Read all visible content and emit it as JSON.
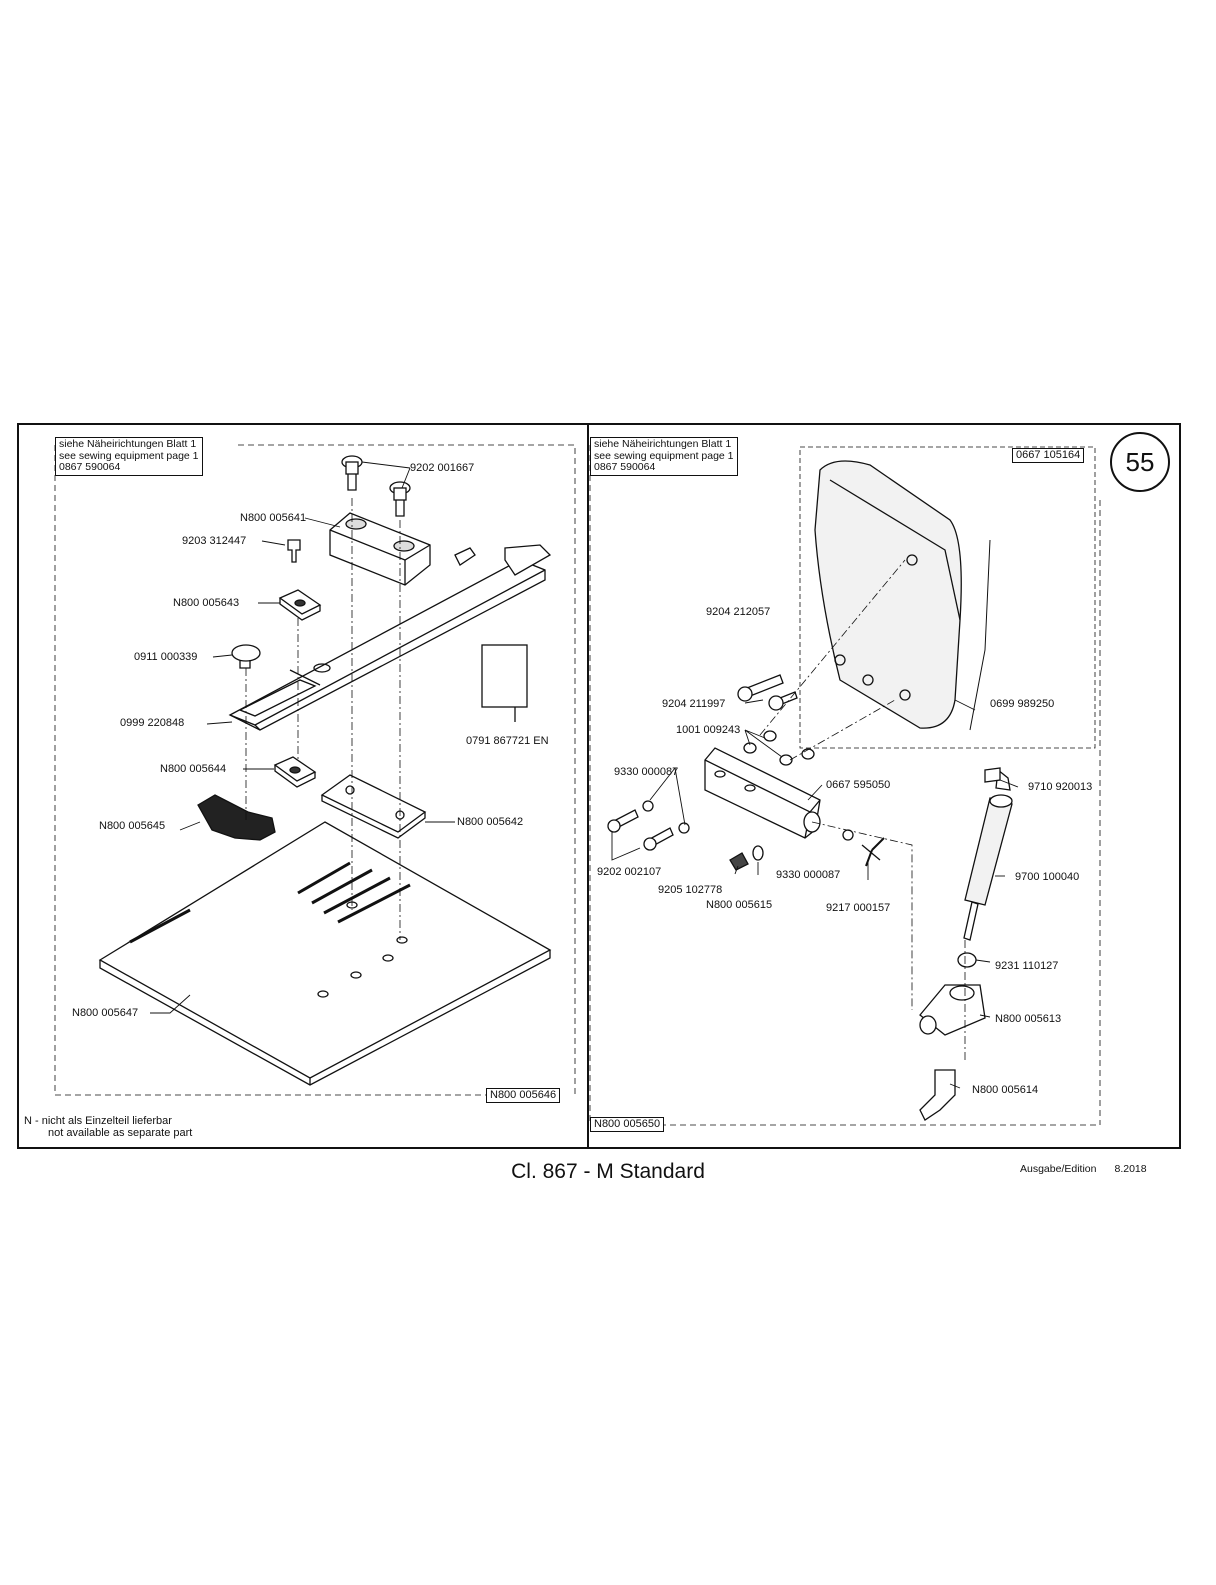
{
  "page_number": "55",
  "left_panel": {
    "ref_box": {
      "line1": "siehe Nähеirichtungen Blatt 1",
      "line2": "see sewing equipment page 1",
      "line3": "0867 590064"
    },
    "assembly_number": "N800 005646",
    "parts": {
      "p1": "9202 001667",
      "p2": "N800 005641",
      "p3": "9203 312447",
      "p4": "N800 005643",
      "p5": "0911 000339",
      "p6": "0999 220848",
      "p7": "0791 867721 EN",
      "p8": "N800 005644",
      "p9": "N800 005645",
      "p10": "N800 005642",
      "p11": "N800 005647"
    }
  },
  "right_panel": {
    "ref_box": {
      "line1": "siehe Nähеirichtungen Blatt 1",
      "line2": "see sewing equipment page 1",
      "line3": "0867 590064"
    },
    "assembly_number": "N800 005650",
    "sub_assembly_number": "0667 105164",
    "parts": {
      "p1": "9204 212057",
      "p2": "9204 211997",
      "p3": "1001 009243",
      "p4": "0699 989250",
      "p5": "9330 000087",
      "p6": "0667 595050",
      "p7": "9710 920013",
      "p8": "9202 002107",
      "p9": "9205 102778",
      "p10": "9330 000087",
      "p11": "N800 005615",
      "p12": "9217 000157",
      "p13": "9700 100040",
      "p14": "9231 110127",
      "p15": "N800 005613",
      "p16": "N800 005614"
    }
  },
  "footnote": {
    "line1": "N - nicht als Einzelteil lieferbar",
    "line2": "not available as separate part"
  },
  "title": "Cl. 867 - M Standard",
  "edition_label": "Ausgabe/Edition",
  "edition_date": "8.2018"
}
